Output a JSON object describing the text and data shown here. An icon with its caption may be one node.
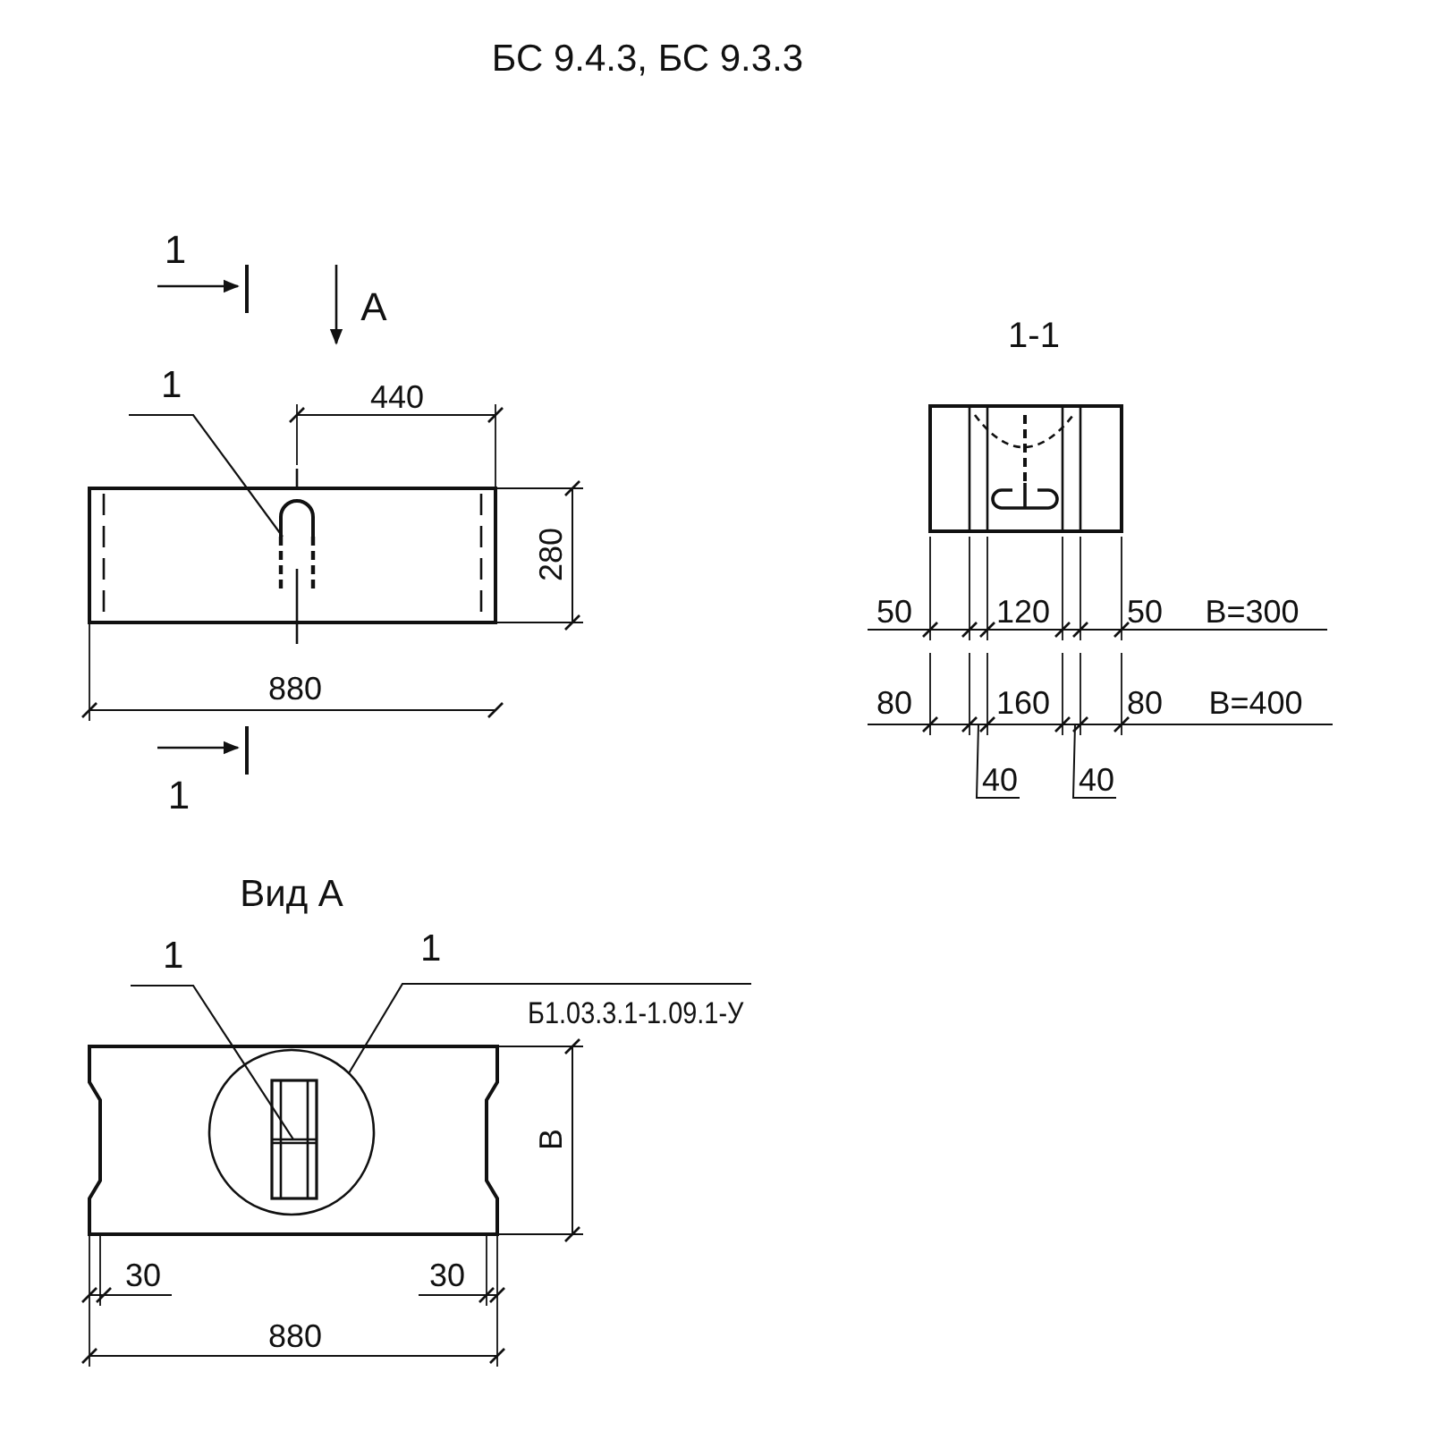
{
  "diagram": {
    "title": "БС 9.4.3, БС 9.3.3",
    "nodes": [
      {
        "text": [
          "1"
        ]
      },
      {
        "text": [],
        "shape": "picture"
      },
      {
        "text": [
          "1"
        ]
      },
      {
        "text": [
          "1",
          "Б1.03.3.1-1.09.1-У"
        ]
      },
      {
        "text": [],
        "shape": "circle"
      },
      {
        "text": [],
        "shape": "box",
        "in": 4
      }
    ],
    "edges": [
      {
        "from": 0,
        "to": 1,
        "arrow": "none"
      },
      {
        "from": 2,
        "to": 5,
        "arrow": "none"
      },
      {
        "from": 3,
        "to": 4,
        "arrow": "none"
      }
    ],
    "labels": [
      "1",
      "А",
      "440",
      "280",
      "880",
      "1",
      "1-1",
      "50",
      "120",
      "50",
      "В=300",
      "80",
      "160",
      "80",
      "В=400",
      "40",
      "40",
      "Вид А",
      "В",
      "30",
      "30",
      "880"
    ]
  }
}
